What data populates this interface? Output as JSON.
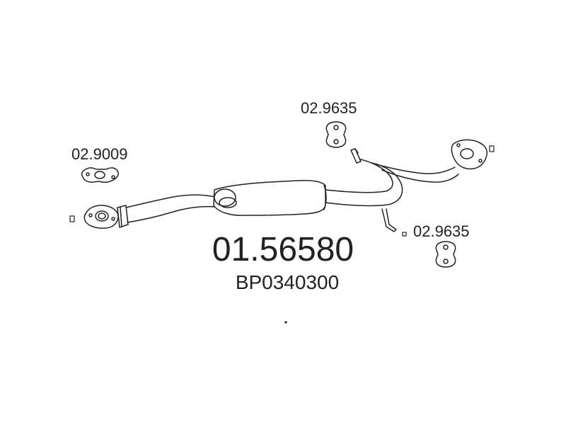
{
  "main_part": {
    "number": "01.56580",
    "oem_reference": "BP0340300"
  },
  "components": {
    "flange_gasket": {
      "part_number": "02.9009"
    },
    "hanger_top": {
      "part_number": "02.9635"
    },
    "hanger_right": {
      "part_number": "02.9635"
    }
  },
  "colors": {
    "line": "#222222",
    "background": "#ffffff"
  }
}
